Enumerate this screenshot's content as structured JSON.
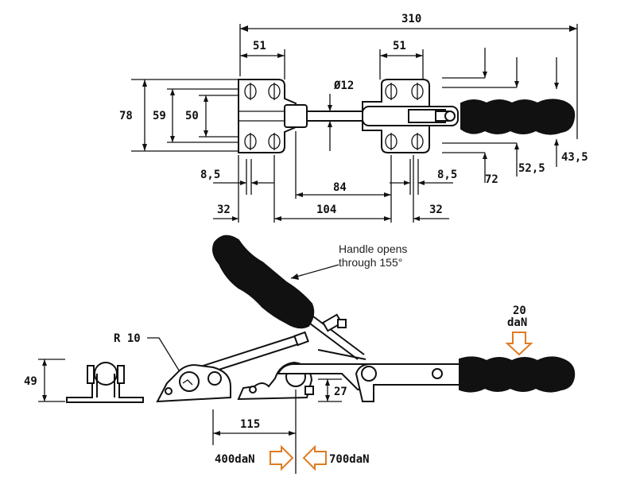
{
  "top_view": {
    "overall_width": "310",
    "hole_spacing_left": "51",
    "hole_spacing_right": "51",
    "base_height": "78",
    "inner_height_a": "59",
    "inner_height_b": "50",
    "rod_diameter": "Ø12",
    "hole_inset_left": "8,5",
    "hole_inset_right": "8,5",
    "base_len_left": "32",
    "base_len_right": "32",
    "span_84": "84",
    "span_104": "104",
    "handle_h_72": "72",
    "handle_h_52_5": "52,5",
    "handle_h_43_5": "43,5"
  },
  "side_view": {
    "handle_note_line1": "Handle opens",
    "handle_note_line2": "through 155°",
    "radius": "R 10",
    "end_height": "49",
    "hook_height": "27",
    "pivot_span": "115",
    "handle_force": "20",
    "handle_force_unit": "daN",
    "hold_force_left": "400daN",
    "hold_force_right": "700daN"
  },
  "colors": {
    "line": "#111111",
    "force_arrow": "#e07b20"
  }
}
